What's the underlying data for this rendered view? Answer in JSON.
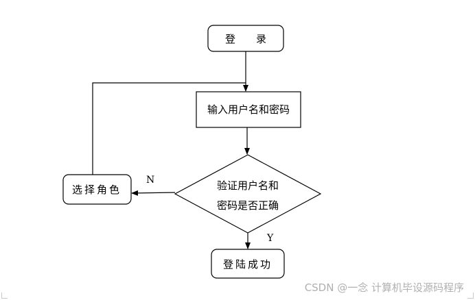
{
  "diagram": {
    "nodes": {
      "login": "登　　录",
      "input_credentials": "输入用户名和密码",
      "verify_line1": "验证用户名和",
      "verify_line2": "密码是否正确",
      "select_role": "选择角色",
      "login_success": "登陆成功"
    },
    "edges": {
      "no_label": "N",
      "yes_label": "Y"
    }
  },
  "watermark": "CSDN @一念 计算机毕设源码程序",
  "colors": {
    "stroke": "#000000",
    "background": "#ffffff",
    "watermark": "#b0b0b0"
  }
}
